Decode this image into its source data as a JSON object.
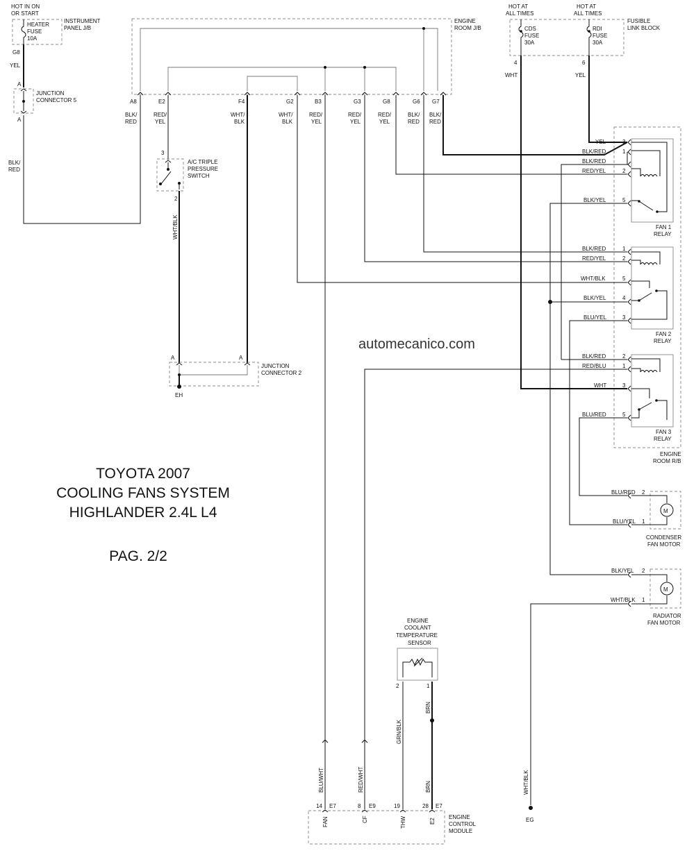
{
  "title": {
    "line1": "TOYOTA 2007",
    "line2": "COOLING FANS SYSTEM",
    "line3": "HIGHLANDER 2.4L L4",
    "page": "PAG. 2/2"
  },
  "watermark": "automecanico.com",
  "power": {
    "hot_in_on": [
      "HOT IN ON",
      "OR START"
    ],
    "hot_cds": [
      "HOT AT",
      "ALL TIMES"
    ],
    "hot_rdi": [
      "HOT AT",
      "ALL TIMES"
    ]
  },
  "components": {
    "instrument_panel": [
      "INSTRUMENT",
      "PANEL J/B"
    ],
    "heater_fuse": [
      "HEATER",
      "FUSE",
      "10A"
    ],
    "junction_connector_5": [
      "JUNCTION",
      "CONNECTOR 5"
    ],
    "engine_room_jb": [
      "ENGINE",
      "ROOM J/B"
    ],
    "fusible_link_block": [
      "FUSIBLE",
      "LINK BLOCK"
    ],
    "cds_fuse": [
      "CDS",
      "FUSE",
      "30A"
    ],
    "rdi_fuse": [
      "RDI",
      "FUSE",
      "30A"
    ],
    "ac_switch": [
      "A/C TRIPLE",
      "PRESSURE",
      "SWITCH"
    ],
    "junction_connector_2": [
      "JUNCTION",
      "CONNECTOR 2"
    ],
    "fan1_relay": [
      "FAN 1",
      "RELAY"
    ],
    "fan2_relay": [
      "FAN 2",
      "RELAY"
    ],
    "fan3_relay": [
      "FAN 3",
      "RELAY"
    ],
    "engine_room_rb": [
      "ENGINE",
      "ROOM R/B"
    ],
    "condenser_fan_motor": [
      "CONDENSER",
      "FAN MOTOR"
    ],
    "radiator_fan_motor": [
      "RADIATOR",
      "FAN MOTOR"
    ],
    "ect_sensor": [
      "ENGINE",
      "COOLANT",
      "TEMPERATURE",
      "SENSOR"
    ],
    "ecm": [
      "ENGINE",
      "CONTROL",
      "MODULE"
    ]
  },
  "pins": {
    "jb_pins": [
      "A8",
      "E2",
      "F4",
      "G2",
      "B3",
      "G3",
      "G8",
      "G6",
      "G7"
    ],
    "g8": "G8",
    "jc5_a_top": "A",
    "jc5_a_bot": "A",
    "ac_pin3": "3",
    "ac_pin2": "2",
    "jc2_a_left": "A",
    "jc2_a_right": "A",
    "eh": "EH",
    "eg": "EG",
    "cds_pin": "4",
    "rdi_pin": "6",
    "fan1_pins": [
      "3",
      "1",
      "2",
      "5"
    ],
    "fan2_pins": [
      "1",
      "2",
      "5",
      "4",
      "3"
    ],
    "fan3_pins": [
      "2",
      "1",
      "3",
      "5"
    ],
    "cond_pins": [
      "2",
      "1"
    ],
    "rad_pins": [
      "2",
      "1"
    ],
    "ect_pins": [
      "2",
      "1"
    ],
    "ecm_pins": [
      "14",
      "8",
      "19",
      "28"
    ],
    "ecm_conn": [
      "E7",
      "E9",
      "E7"
    ],
    "ecm_terms": [
      "FAN",
      "CF",
      "THW",
      "E2"
    ]
  },
  "wires": {
    "yel_g8": "YEL",
    "blk_red_left": [
      "BLK/",
      "RED"
    ],
    "jb_wire_labels": [
      [
        "BLK/",
        "RED"
      ],
      [
        "RED/",
        "YEL"
      ],
      [
        "WHT/",
        "BLK"
      ],
      [
        "WHT/",
        "BLK"
      ],
      [
        "RED/",
        "YEL"
      ],
      [
        "RED/",
        "YEL"
      ],
      [
        "RED/",
        "YEL"
      ],
      [
        "BLK/",
        "RED"
      ],
      [
        "BLK/",
        "RED"
      ]
    ],
    "wht_blk_ac": "WHT/BLK",
    "wht_cds": "WHT",
    "yel_rdi": "YEL",
    "fan1_wires": [
      "YEL",
      "BLK/RED",
      "BLK/RED",
      "RED/YEL",
      "BLK/YEL"
    ],
    "fan2_wires": [
      "BLK/RED",
      "RED/YEL",
      "WHT/BLK",
      "BLK/YEL",
      "BLU/YEL"
    ],
    "fan3_wires": [
      "BLK/RED",
      "RED/BLU",
      "WHT",
      "BLU/RED"
    ],
    "cond_wires": [
      "BLU/RED",
      "BLU/YEL"
    ],
    "rad_wires": [
      "BLK/YEL",
      "WHT/BLK"
    ],
    "ecm_wires": [
      "BLU/WHT",
      "RED/WHT",
      "GRN/BLK",
      "BRN"
    ],
    "brn_upper": "BRN",
    "wht_blk_eg": "WHT/BLK"
  }
}
